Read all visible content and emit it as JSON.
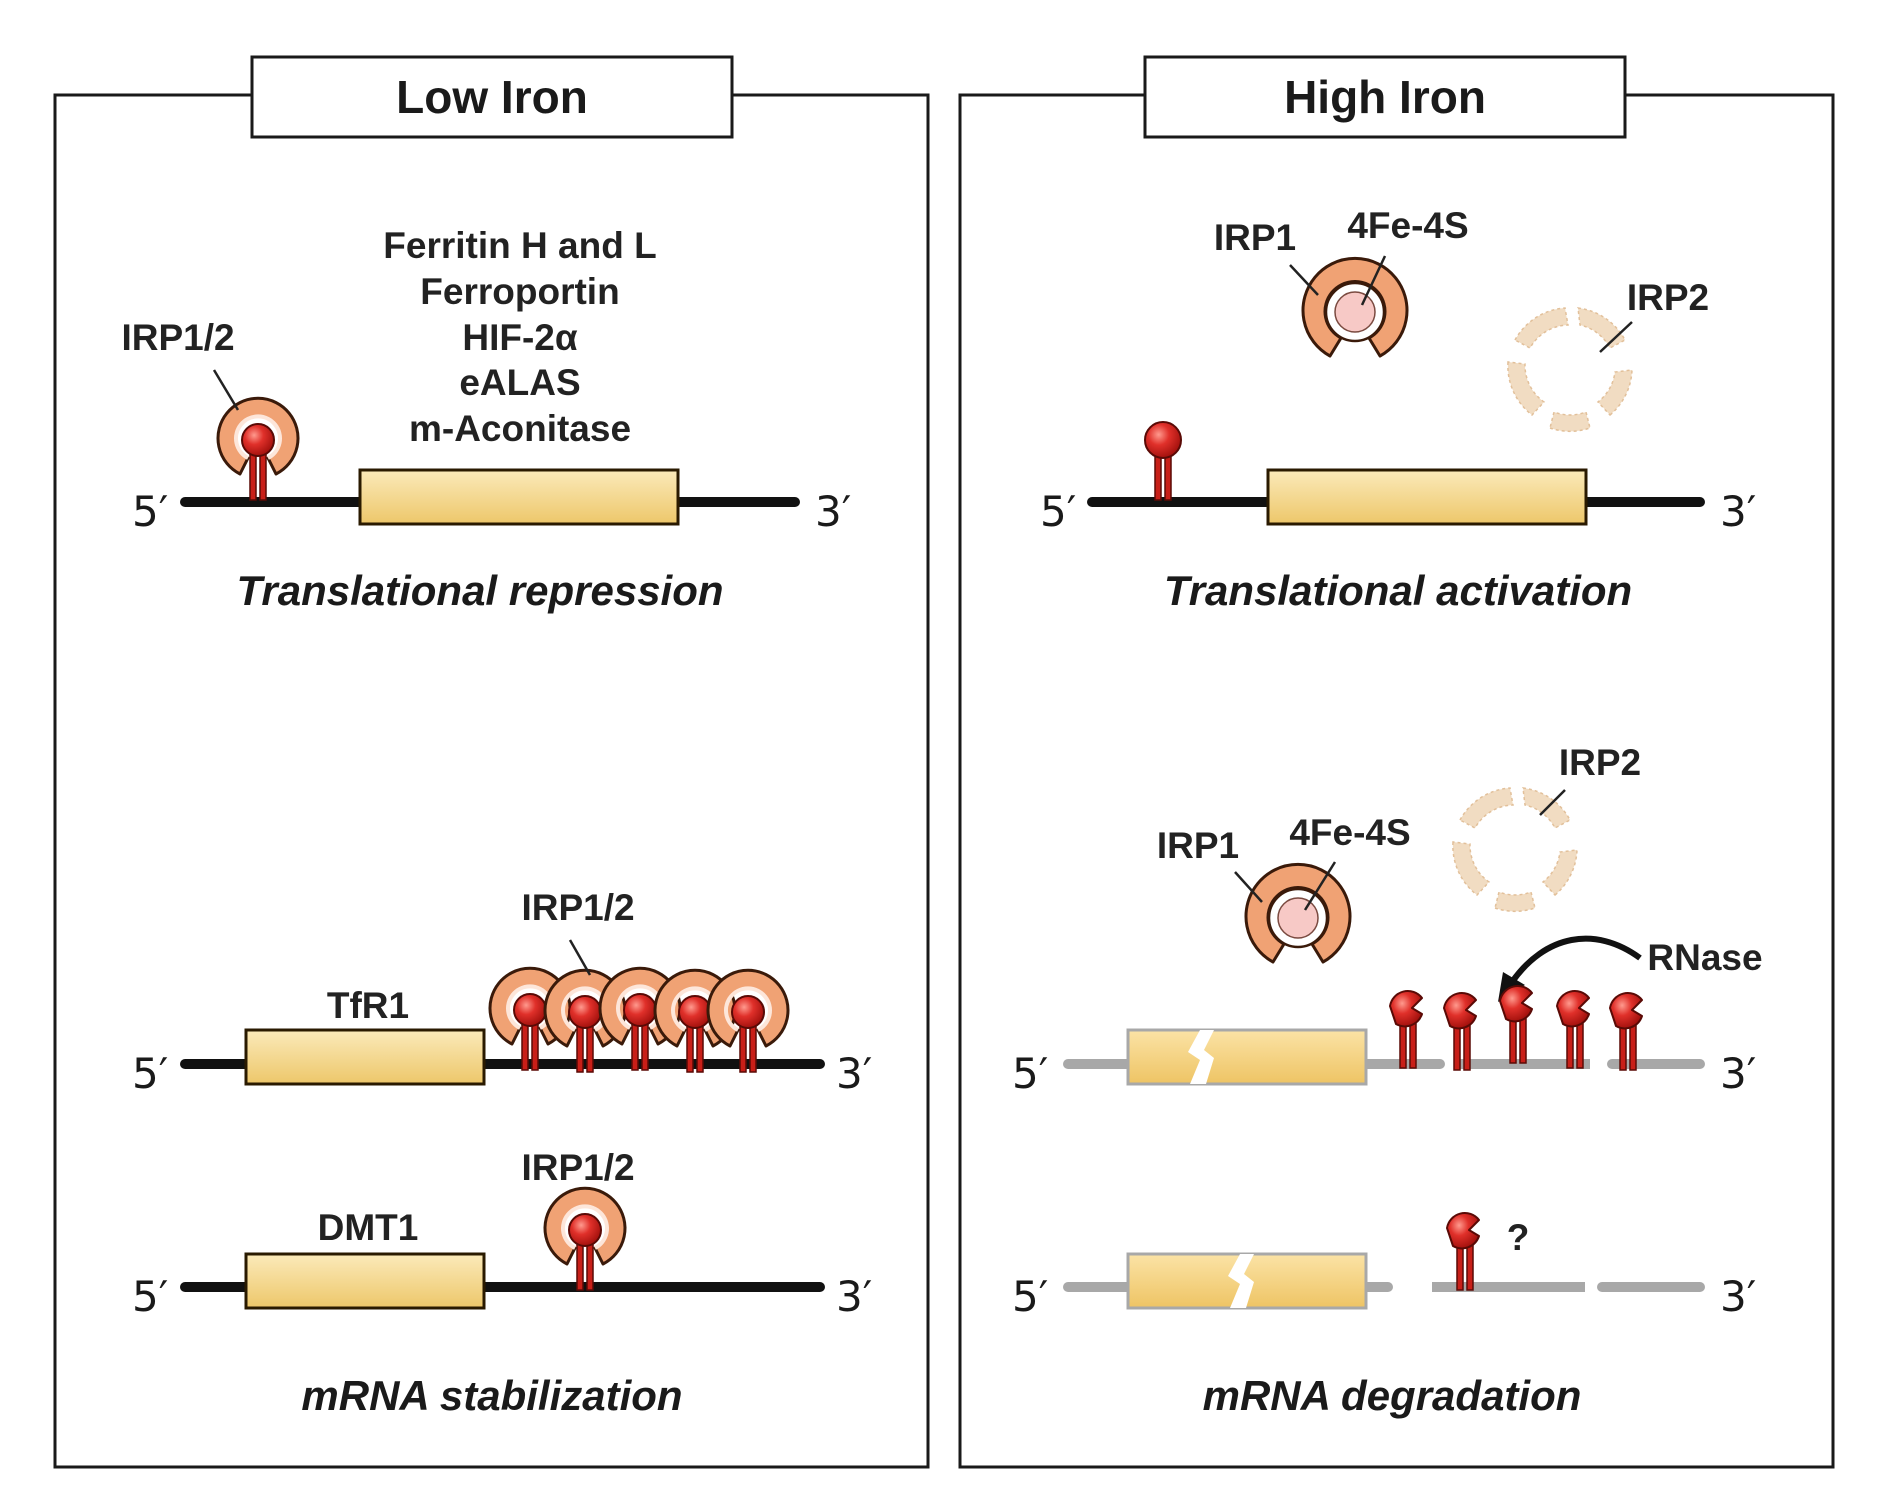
{
  "panels": {
    "low": {
      "title": "Low Iron",
      "genes_list": [
        "Ferritin H and L",
        "Ferroportin",
        "HIF-2α",
        "eALAS",
        "m-Aconitase"
      ],
      "irp_label": "IRP1/2",
      "caption_top": "Translational repression",
      "tfr1": "TfR1",
      "irp_label_tfr1": "IRP1/2",
      "dmt1": "DMT1",
      "irp_label_dmt1": "IRP1/2",
      "caption_bottom": "mRNA stabilization"
    },
    "high": {
      "title": "High Iron",
      "irp1_label": "IRP1",
      "fes_label": "4Fe-4S",
      "irp2_label": "IRP2",
      "caption_top": "Translational activation",
      "irp1_label_b": "IRP1",
      "fes_label_b": "4Fe-4S",
      "irp2_label_b": "IRP2",
      "rnase_label": "RNase",
      "question": "?",
      "caption_bottom": "mRNA degradation"
    }
  },
  "ends": {
    "five": "5′",
    "three": "3′"
  },
  "colors": {
    "irp": "#f0a274",
    "irp_ring": "#fde6da",
    "ire_red": "#d8241c",
    "fes": "#f7c9c6",
    "cds": "#f3d78c",
    "mrna_black": "#111111",
    "mrna_gray": "#a8a8a8",
    "faded_irp2": "#f1dcc2"
  }
}
